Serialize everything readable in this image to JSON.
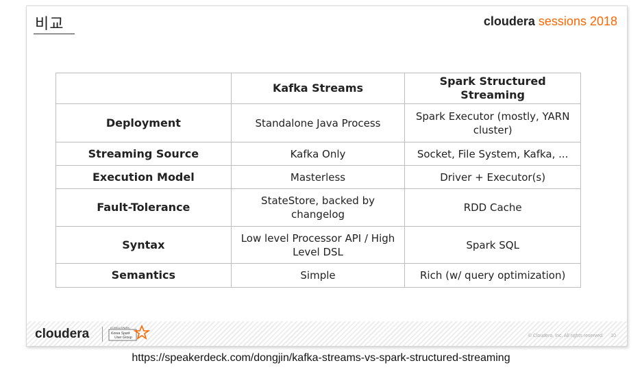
{
  "slide": {
    "title": "비교",
    "brand_top_bold": "cloudera",
    "brand_top_light": "sessions 2018",
    "brand_bottom": "cloudera",
    "logo_small_text_1": "KOREA SPARK",
    "logo_small_text_2": "Korea Spark",
    "logo_small_text_3": "User Group",
    "copyright": "© Cloudera, Inc. All rights reserved.",
    "page_number": "10"
  },
  "table": {
    "headers": [
      "",
      "Kafka Streams",
      "Spark Structured Streaming"
    ],
    "rows": [
      [
        "Deployment",
        "Standalone Java Process",
        "Spark Executor (mostly, YARN cluster)"
      ],
      [
        "Streaming Source",
        "Kafka Only",
        "Socket, File System, Kafka, ..."
      ],
      [
        "Execution Model",
        "Masterless",
        "Driver + Executor(s)"
      ],
      [
        "Fault-Tolerance",
        "StateStore, backed by changelog",
        "RDD Cache"
      ],
      [
        "Syntax",
        "Low level Processor API / High Level DSL",
        "Spark SQL"
      ],
      [
        "Semantics",
        "Simple",
        "Rich (w/ query optimization)"
      ]
    ]
  },
  "source_url": "https://speakerdeck.com/dongjin/kafka-streams-vs-spark-structured-streaming",
  "colors": {
    "accent_orange": "#f96702",
    "table_border": "#bdbdbd",
    "text": "#222222"
  }
}
